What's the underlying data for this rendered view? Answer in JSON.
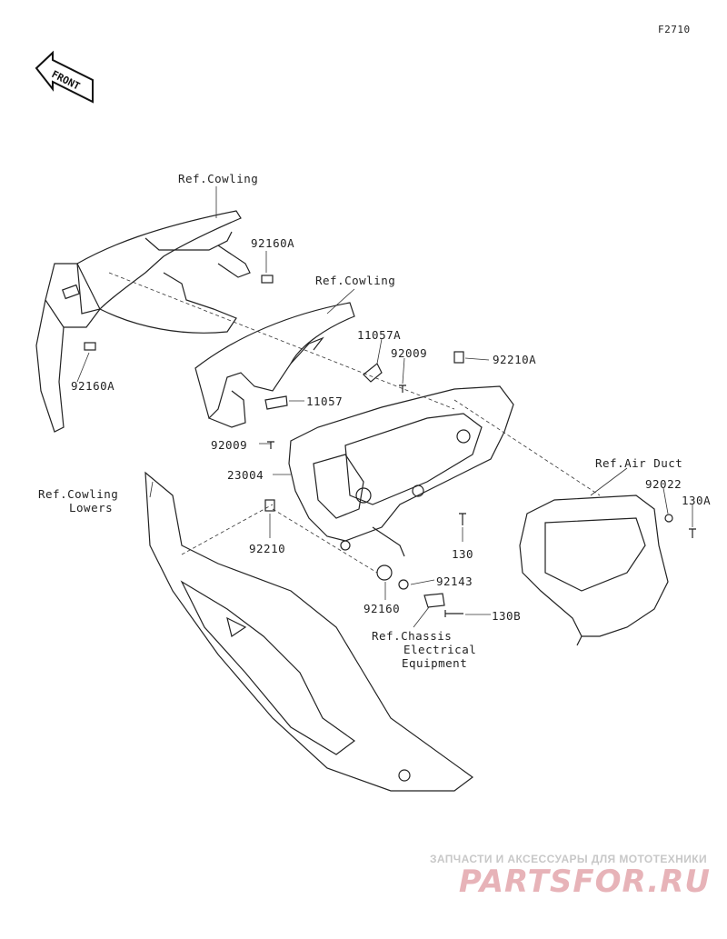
{
  "figure_code": "F2710",
  "front_label": "FRONT",
  "labels": {
    "ref_cowling_1": "Ref.Cowling",
    "ref_cowling_2": "Ref.Cowling",
    "ref_cowling_lowers_1": "Ref.Cowling",
    "ref_cowling_lowers_2": "Lowers",
    "ref_air_duct": "Ref.Air Duct",
    "ref_chassis_1": "Ref.Chassis",
    "ref_chassis_2": "Electrical",
    "ref_chassis_3": "Equipment",
    "p92160A_top": "92160A",
    "p92160A_left": "92160A",
    "p11057A": "11057A",
    "p92009_top": "92009",
    "p92210A": "92210A",
    "p11057": "11057",
    "p92009_left": "92009",
    "p23004": "23004",
    "p92022": "92022",
    "p130A": "130A",
    "p130": "130",
    "p92210": "92210",
    "p92143": "92143",
    "p92160": "92160",
    "p130B": "130B"
  },
  "watermark": {
    "tagline": "ЗАПЧАСТИ И АКСЕССУАРЫ ДЛЯ МОТОТЕХНИКИ",
    "logo": "PARTSFOR.RU"
  }
}
